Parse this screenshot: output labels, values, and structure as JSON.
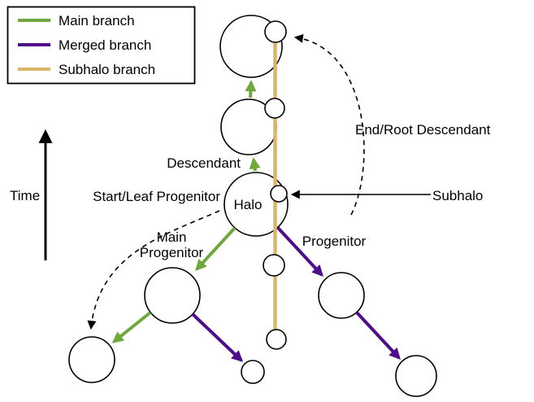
{
  "legend": {
    "items": [
      {
        "label": "Main branch",
        "color": "#6fa83c"
      },
      {
        "label": "Merged branch",
        "color": "#4f0d8c"
      },
      {
        "label": "Subhalo branch",
        "color": "#dcb569"
      }
    ]
  },
  "axis": {
    "time_label": "Time"
  },
  "nodes": {
    "halo_label": "Halo"
  },
  "annotations": {
    "descendant": "Descendant",
    "start_leaf_progenitor": "Start/Leaf Progenitor",
    "main_progenitor_line1": "Main",
    "main_progenitor_line2": "Progenitor",
    "progenitor": "Progenitor",
    "end_root_descendant": "End/Root Descendant",
    "subhalo": "Subhalo"
  },
  "colors": {
    "main_branch": "#6fa83c",
    "merged_branch": "#4f0d8c",
    "subhalo_branch": "#dcb569",
    "outline": "#000000",
    "background": "#ffffff"
  }
}
